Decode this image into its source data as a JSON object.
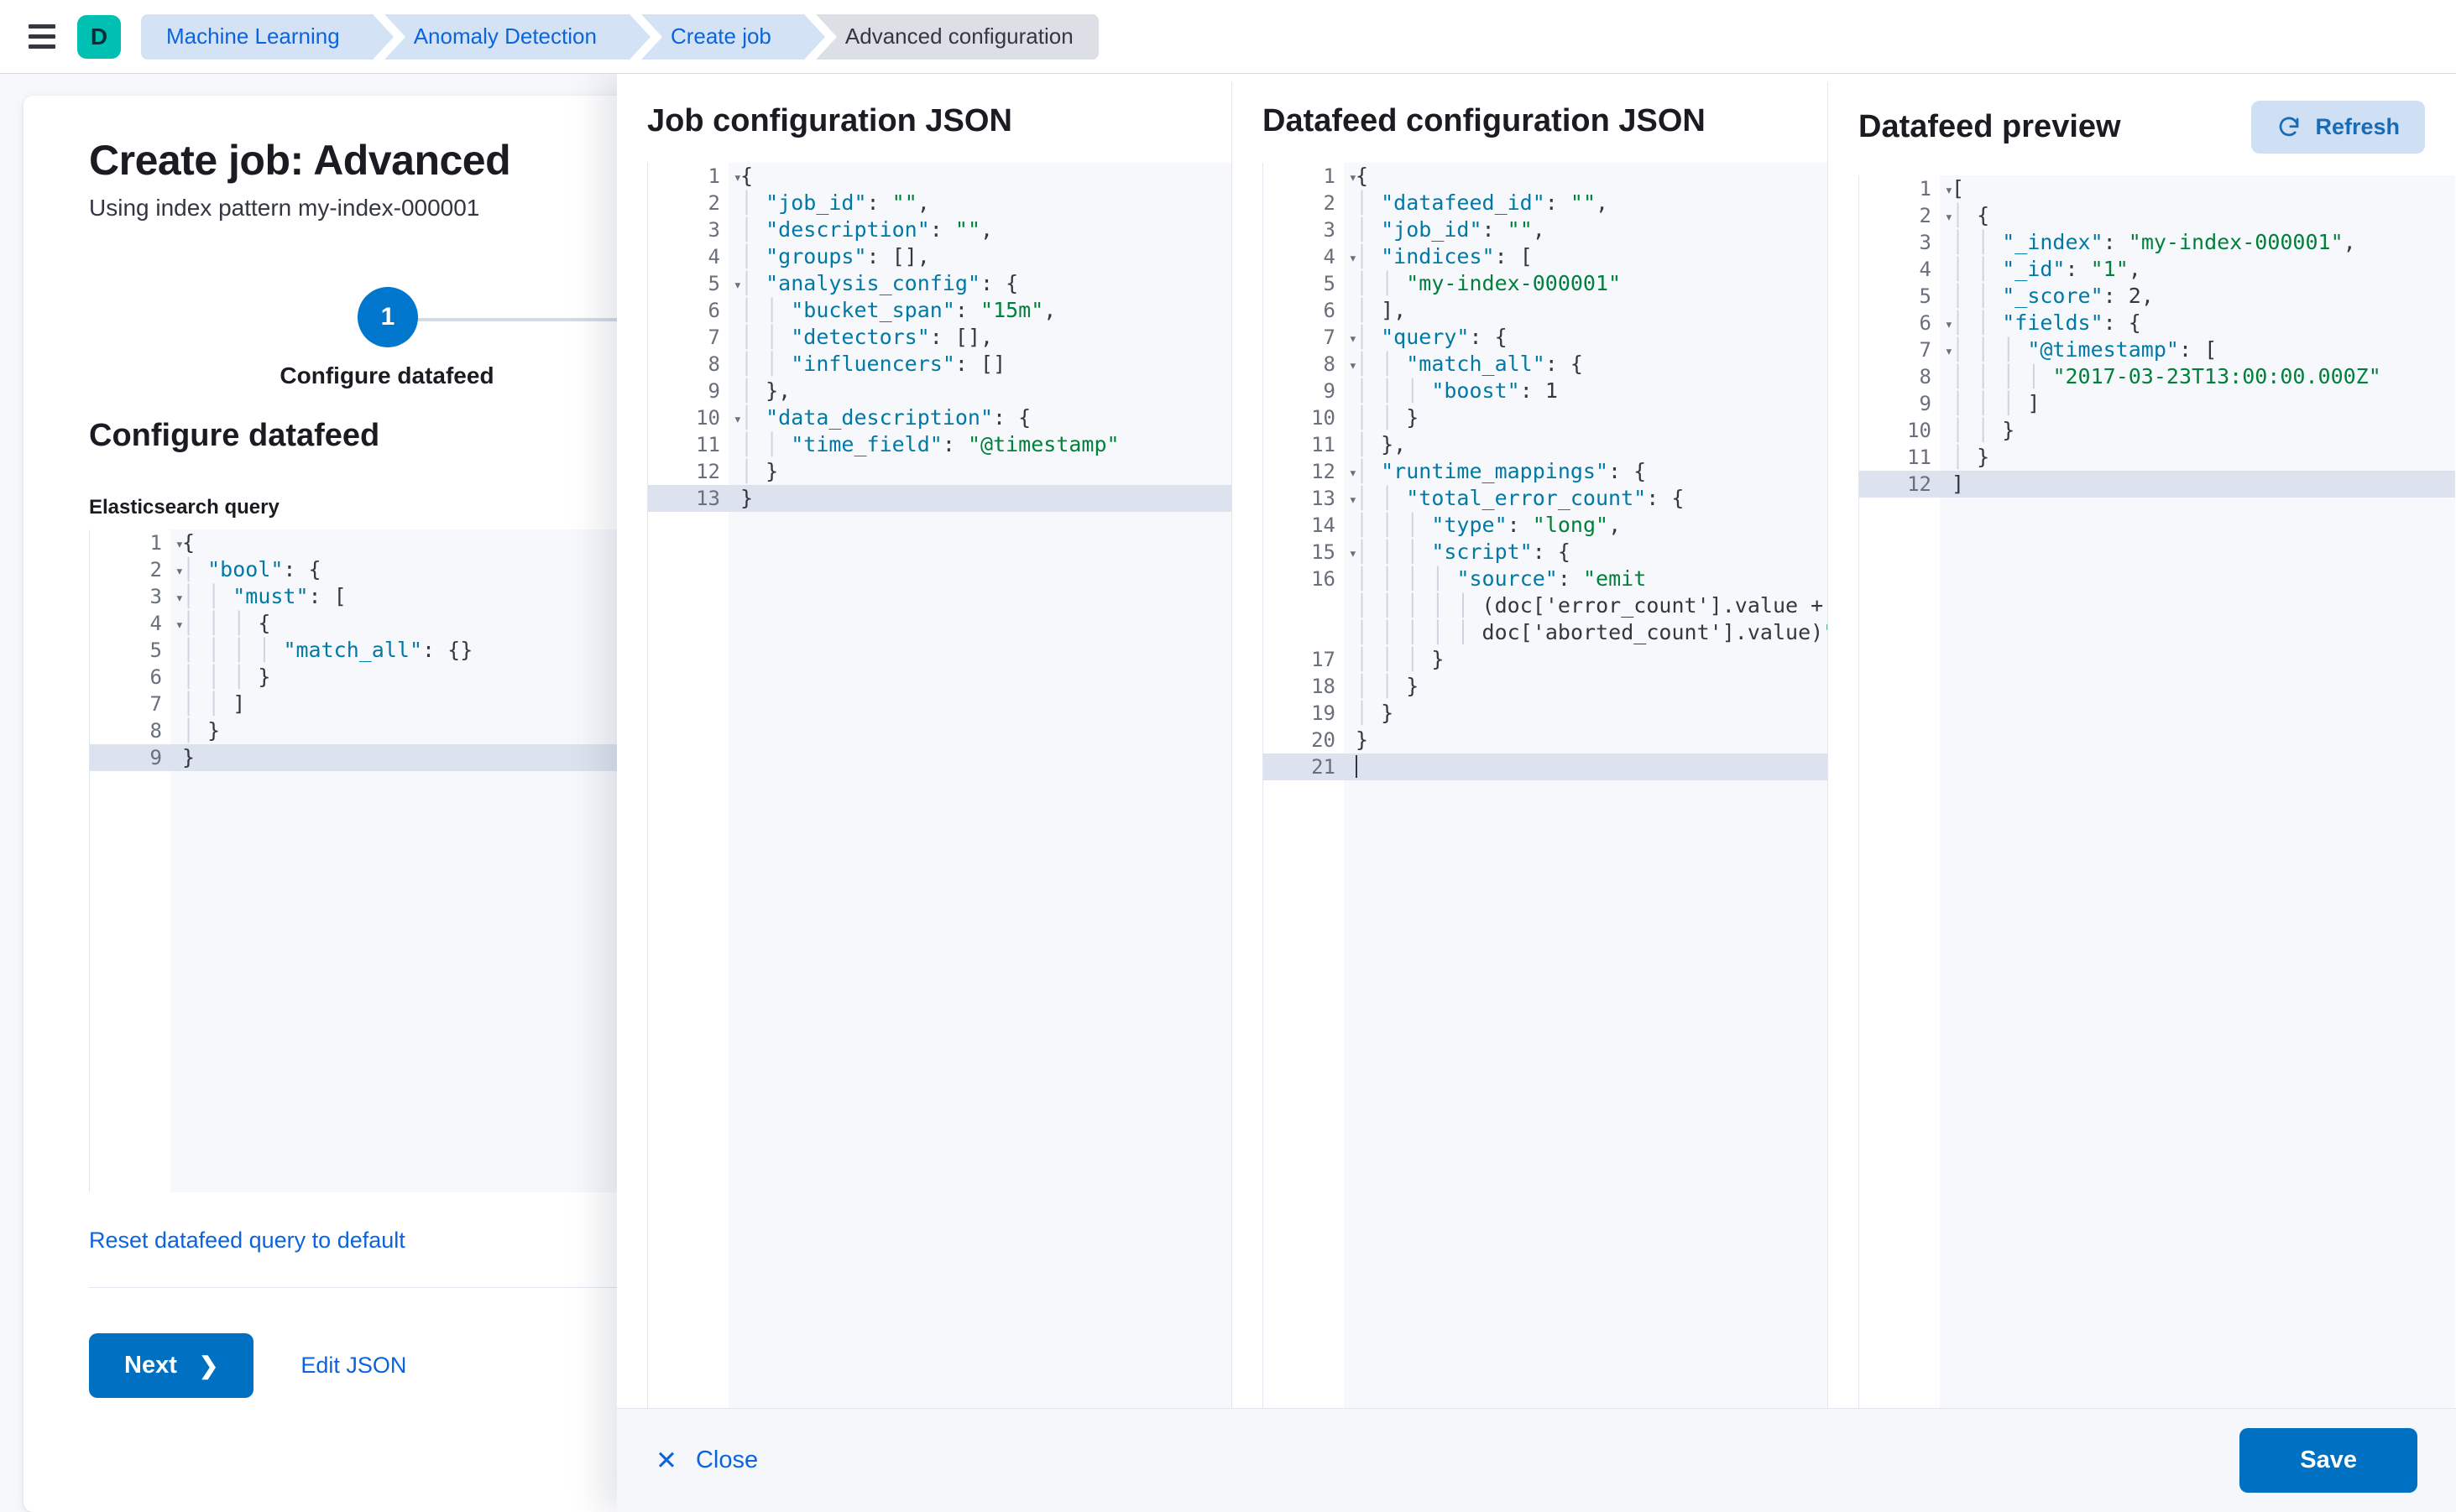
{
  "chrome": {
    "menu_icon": "hamburger-menu-icon",
    "space_badge": "D",
    "breadcrumbs": [
      {
        "label": "Machine Learning",
        "active": false
      },
      {
        "label": "Anomaly Detection",
        "active": false
      },
      {
        "label": "Create job",
        "active": false
      },
      {
        "label": "Advanced configuration",
        "active": true
      }
    ]
  },
  "wizard": {
    "title": "Create job: Advanced",
    "subtitle": "Using index pattern my-index-000001",
    "step_number": "1",
    "step_label": "Configure datafeed",
    "section_title": "Configure datafeed",
    "query_label": "Elasticsearch query",
    "reset_link": "Reset datafeed query to default",
    "next_label": "Next",
    "next_chevron": "chevron-right-icon",
    "edit_json_label": "Edit JSON",
    "query_lines": [
      {
        "n": "1",
        "fold": true,
        "text": "{"
      },
      {
        "n": "2",
        "fold": true,
        "text": "  \"bool\": {"
      },
      {
        "n": "3",
        "fold": true,
        "text": "    \"must\": ["
      },
      {
        "n": "4",
        "fold": true,
        "text": "      {"
      },
      {
        "n": "5",
        "fold": false,
        "text": "        \"match_all\": {}"
      },
      {
        "n": "6",
        "fold": false,
        "text": "      }"
      },
      {
        "n": "7",
        "fold": false,
        "text": "    ]"
      },
      {
        "n": "8",
        "fold": false,
        "text": "  }"
      },
      {
        "n": "9",
        "fold": false,
        "text": "}",
        "active": true
      }
    ]
  },
  "flyout": {
    "columns": [
      {
        "title": "Job configuration JSON",
        "lines": [
          {
            "n": "1",
            "fold": true,
            "text": "{"
          },
          {
            "n": "2",
            "fold": false,
            "text": "  \"job_id\": \"\","
          },
          {
            "n": "3",
            "fold": false,
            "text": "  \"description\": \"\","
          },
          {
            "n": "4",
            "fold": false,
            "text": "  \"groups\": [],"
          },
          {
            "n": "5",
            "fold": true,
            "text": "  \"analysis_config\": {"
          },
          {
            "n": "6",
            "fold": false,
            "text": "    \"bucket_span\": \"15m\","
          },
          {
            "n": "7",
            "fold": false,
            "text": "    \"detectors\": [],"
          },
          {
            "n": "8",
            "fold": false,
            "text": "    \"influencers\": []"
          },
          {
            "n": "9",
            "fold": false,
            "text": "  },"
          },
          {
            "n": "10",
            "fold": true,
            "text": "  \"data_description\": {"
          },
          {
            "n": "11",
            "fold": false,
            "text": "    \"time_field\": \"@timestamp\""
          },
          {
            "n": "12",
            "fold": false,
            "text": "  }"
          },
          {
            "n": "13",
            "fold": false,
            "text": "}",
            "active": true
          }
        ]
      },
      {
        "title": "Datafeed configuration JSON",
        "lines": [
          {
            "n": "1",
            "fold": true,
            "text": "{"
          },
          {
            "n": "2",
            "fold": false,
            "text": "  \"datafeed_id\": \"\","
          },
          {
            "n": "3",
            "fold": false,
            "text": "  \"job_id\": \"\","
          },
          {
            "n": "4",
            "fold": true,
            "text": "  \"indices\": ["
          },
          {
            "n": "5",
            "fold": false,
            "text": "    \"my-index-000001\""
          },
          {
            "n": "6",
            "fold": false,
            "text": "  ],"
          },
          {
            "n": "7",
            "fold": true,
            "text": "  \"query\": {"
          },
          {
            "n": "8",
            "fold": true,
            "text": "    \"match_all\": {"
          },
          {
            "n": "9",
            "fold": false,
            "text": "      \"boost\": 1"
          },
          {
            "n": "10",
            "fold": false,
            "text": "    }"
          },
          {
            "n": "11",
            "fold": false,
            "text": "  },"
          },
          {
            "n": "12",
            "fold": true,
            "text": "  \"runtime_mappings\": {"
          },
          {
            "n": "13",
            "fold": true,
            "text": "    \"total_error_count\": {"
          },
          {
            "n": "14",
            "fold": false,
            "text": "      \"type\": \"long\","
          },
          {
            "n": "15",
            "fold": true,
            "text": "      \"script\": {"
          },
          {
            "n": "16",
            "fold": false,
            "text": "        \"source\": \"emit\n          (doc['error_count'].value +\n          doc['aborted_count'].value)\""
          },
          {
            "n": "17",
            "fold": false,
            "text": "      }"
          },
          {
            "n": "18",
            "fold": false,
            "text": "    }"
          },
          {
            "n": "19",
            "fold": false,
            "text": "  }"
          },
          {
            "n": "20",
            "fold": false,
            "text": "}"
          },
          {
            "n": "21",
            "fold": false,
            "text": "",
            "active": true,
            "caret": true
          }
        ]
      },
      {
        "title": "Datafeed preview",
        "refresh_label": "Refresh",
        "refresh_icon": "refresh-icon",
        "lines": [
          {
            "n": "1",
            "fold": true,
            "text": "["
          },
          {
            "n": "2",
            "fold": true,
            "text": "  {"
          },
          {
            "n": "3",
            "fold": false,
            "text": "    \"_index\": \"my-index-000001\","
          },
          {
            "n": "4",
            "fold": false,
            "text": "    \"_id\": \"1\","
          },
          {
            "n": "5",
            "fold": false,
            "text": "    \"_score\": 2,"
          },
          {
            "n": "6",
            "fold": true,
            "text": "    \"fields\": {"
          },
          {
            "n": "7",
            "fold": true,
            "text": "      \"@timestamp\": ["
          },
          {
            "n": "8",
            "fold": false,
            "text": "        \"2017-03-23T13:00:00.000Z\""
          },
          {
            "n": "9",
            "fold": false,
            "text": "      ]"
          },
          {
            "n": "10",
            "fold": false,
            "text": "    }"
          },
          {
            "n": "11",
            "fold": false,
            "text": "  }"
          },
          {
            "n": "12",
            "fold": false,
            "text": "]",
            "active": true
          }
        ]
      }
    ],
    "footer": {
      "close_label": "Close",
      "close_icon": "close-x-icon",
      "save_label": "Save"
    }
  },
  "colors": {
    "primary": "#0071c2",
    "link": "#0b64dd",
    "space_badge": "#00bfb3",
    "breadcrumb_bg": "#d3e3f5",
    "breadcrumb_active_bg": "#dcdfe5",
    "json_key": "#0079a5",
    "json_string": "#00803b",
    "editor_bg": "#f7f8fc",
    "active_line": "#dde3ee"
  }
}
